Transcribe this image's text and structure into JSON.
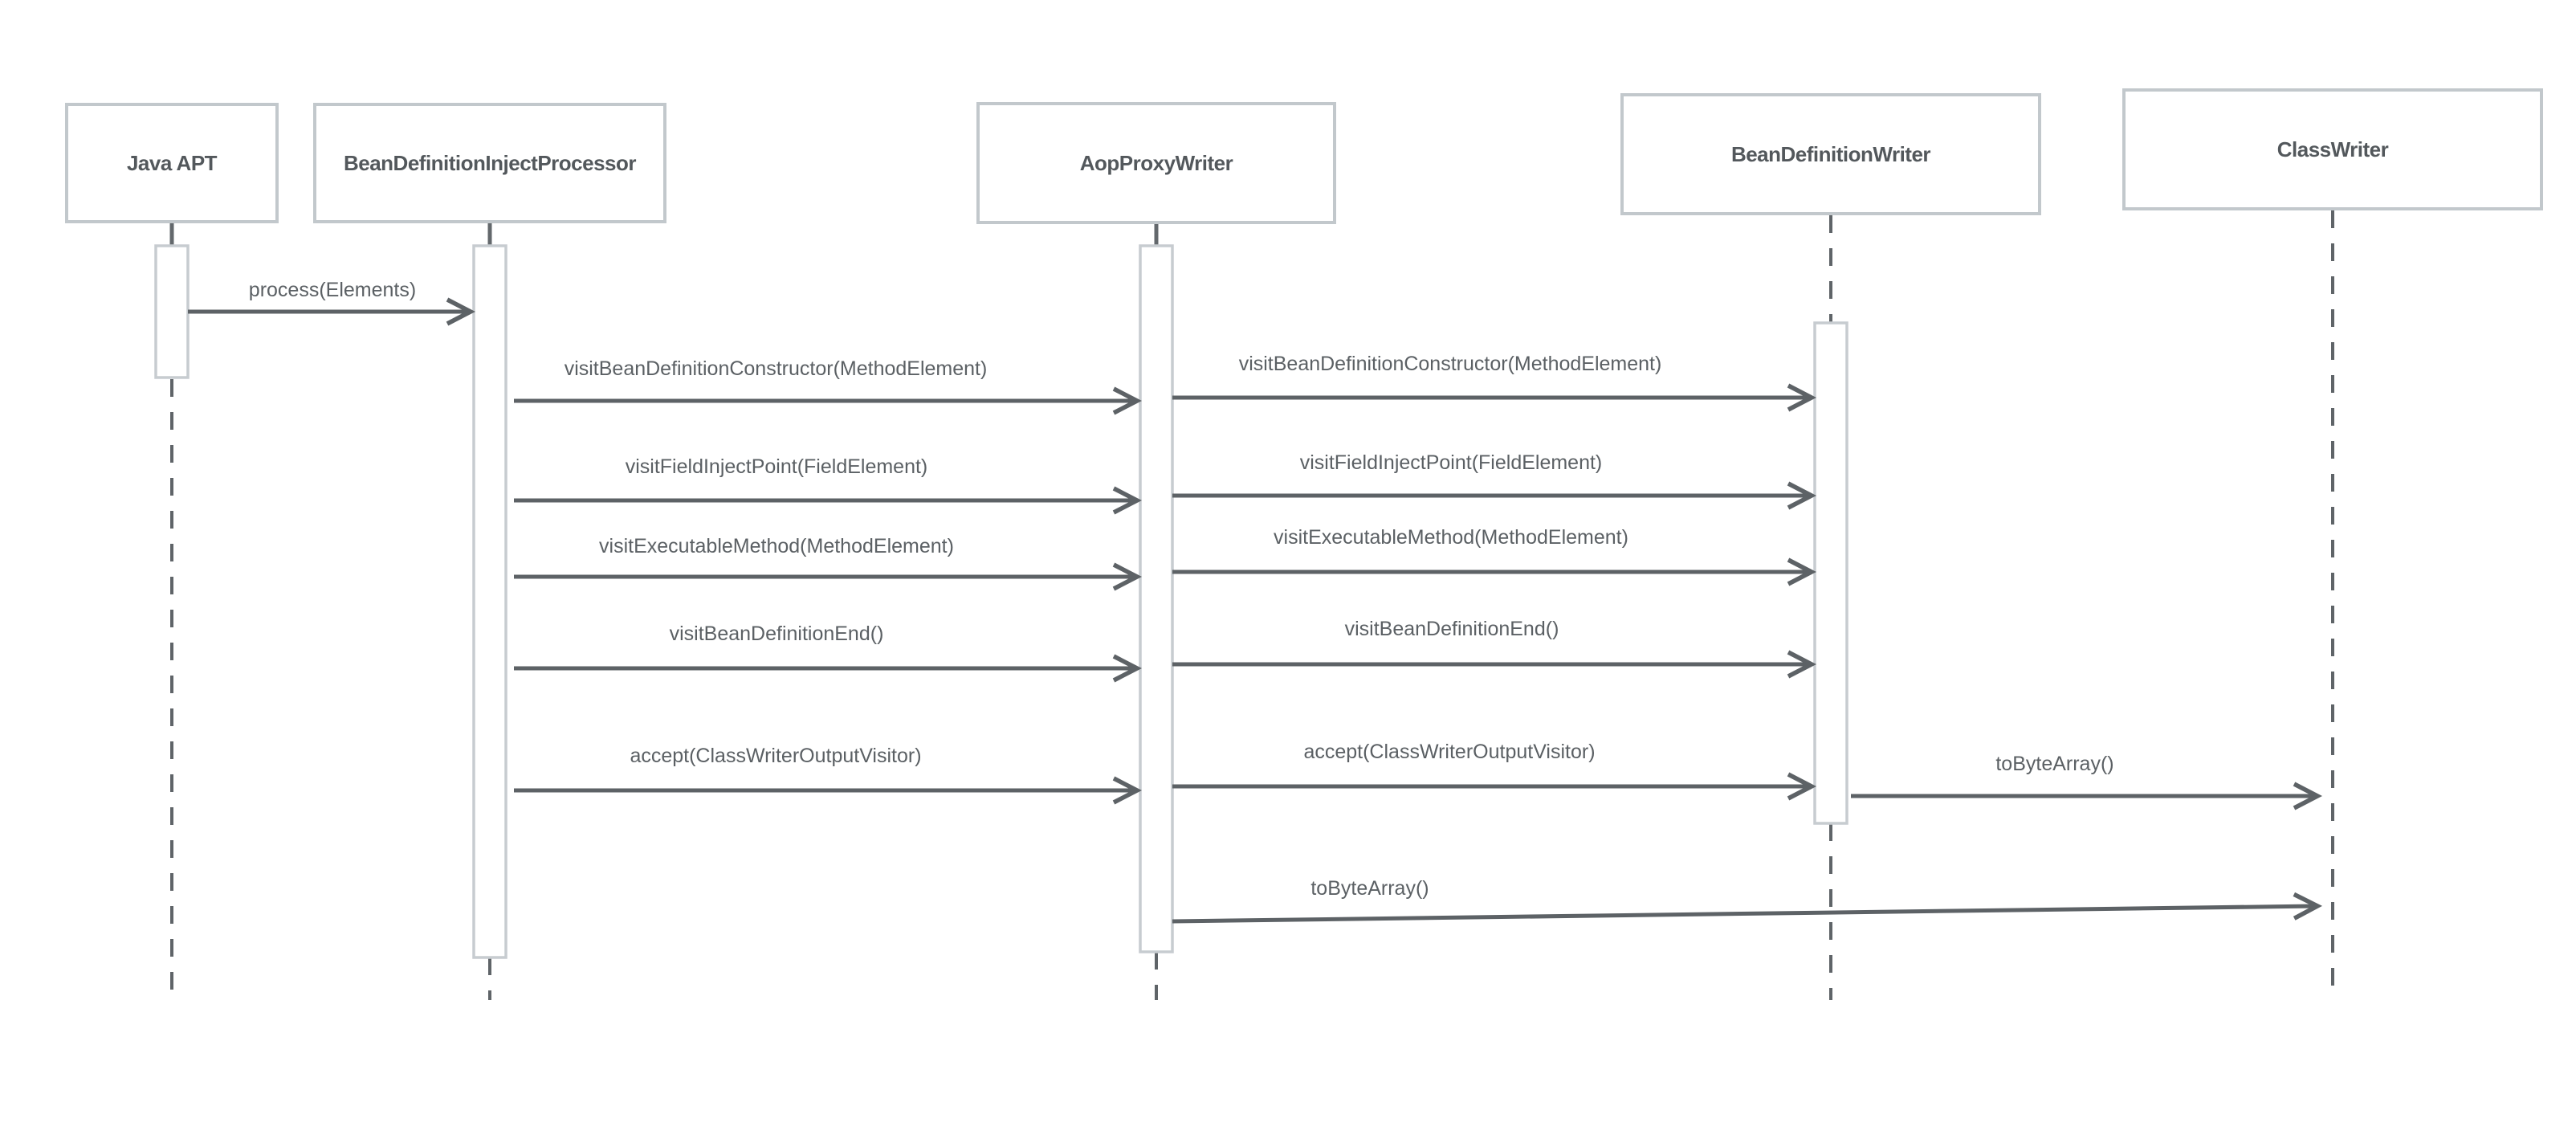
{
  "diagram": {
    "type": "uml-sequence-diagram",
    "participants": [
      {
        "id": "java-apt",
        "label": "Java APT"
      },
      {
        "id": "bean-definition-inject-processor",
        "label": "BeanDefinitionInjectProcessor"
      },
      {
        "id": "aop-proxy-writer",
        "label": "AopProxyWriter"
      },
      {
        "id": "bean-definition-writer",
        "label": "BeanDefinitionWriter"
      },
      {
        "id": "class-writer",
        "label": "ClassWriter"
      }
    ],
    "messages": [
      {
        "from": "java-apt",
        "to": "bean-definition-inject-processor",
        "label": "process(Elements)"
      },
      {
        "from": "bean-definition-inject-processor",
        "to": "aop-proxy-writer",
        "label": "visitBeanDefinitionConstructor(MethodElement)"
      },
      {
        "from": "aop-proxy-writer",
        "to": "bean-definition-writer",
        "label": "visitBeanDefinitionConstructor(MethodElement)"
      },
      {
        "from": "bean-definition-inject-processor",
        "to": "aop-proxy-writer",
        "label": "visitFieldInjectPoint(FieldElement)"
      },
      {
        "from": "aop-proxy-writer",
        "to": "bean-definition-writer",
        "label": "visitFieldInjectPoint(FieldElement)"
      },
      {
        "from": "bean-definition-inject-processor",
        "to": "aop-proxy-writer",
        "label": "visitExecutableMethod(MethodElement)"
      },
      {
        "from": "aop-proxy-writer",
        "to": "bean-definition-writer",
        "label": "visitExecutableMethod(MethodElement)"
      },
      {
        "from": "bean-definition-inject-processor",
        "to": "aop-proxy-writer",
        "label": "visitBeanDefinitionEnd()"
      },
      {
        "from": "aop-proxy-writer",
        "to": "bean-definition-writer",
        "label": "visitBeanDefinitionEnd()"
      },
      {
        "from": "bean-definition-inject-processor",
        "to": "aop-proxy-writer",
        "label": "accept(ClassWriterOutputVisitor)"
      },
      {
        "from": "aop-proxy-writer",
        "to": "bean-definition-writer",
        "label": "accept(ClassWriterOutputVisitor)"
      },
      {
        "from": "bean-definition-writer",
        "to": "class-writer",
        "label": "toByteArray()"
      },
      {
        "from": "aop-proxy-writer",
        "to": "class-writer",
        "label": "toByteArray()"
      }
    ],
    "colors": {
      "background": "#ffffff",
      "box_border": "#c2c8cc",
      "box_fill": "#ffffff",
      "title_text": "#53585c",
      "label_text": "#5b6064",
      "line": "#5d6266",
      "lifeline": "#5f6468",
      "activation_border": "#c7ccd0"
    }
  }
}
